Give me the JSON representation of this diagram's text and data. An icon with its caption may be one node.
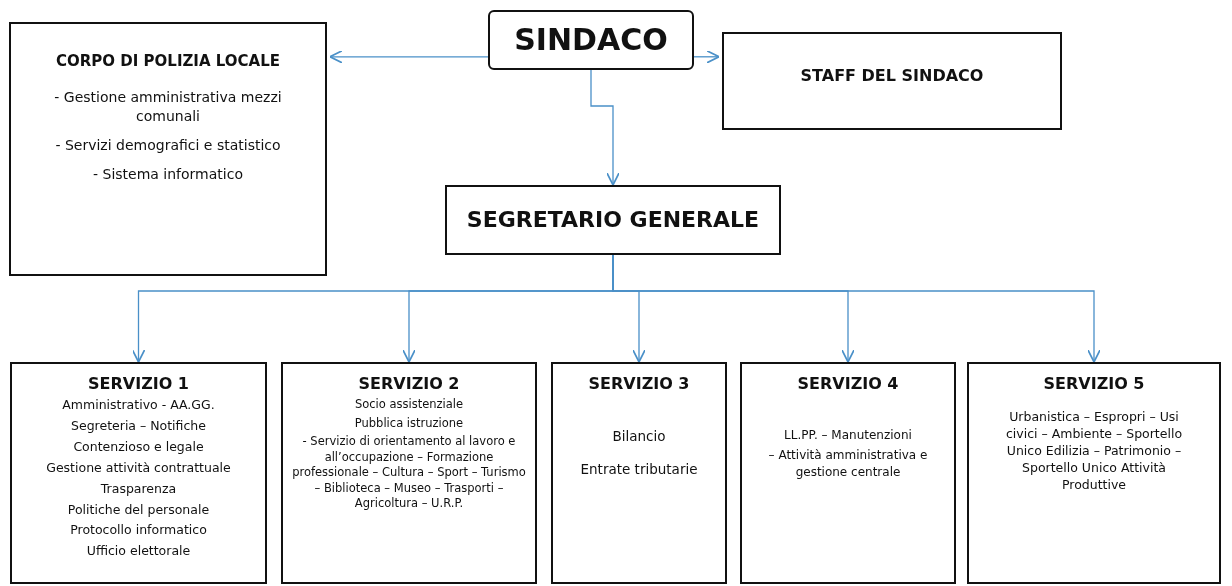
{
  "diagram": {
    "nodes": [
      {
        "text": [
          "SINDACO"
        ]
      },
      {
        "text": [
          "CORPO DI POLIZIA LOCALE",
          "- Gestione amministrativa mezzi comunali",
          "- Servizi demografici e statistico",
          "- Sistema informatico"
        ]
      },
      {
        "text": [
          "STAFF DEL SINDACO"
        ]
      },
      {
        "text": [
          "SEGRETARIO GENERALE"
        ]
      },
      {
        "text": [
          "SERVIZIO 1",
          "Amministrativo - AA.GG.",
          "Segreteria – Notifiche",
          "Contenzioso e legale",
          "Gestione attività contrattuale",
          "Trasparenza",
          "Politiche del personale",
          "Protocollo informatico",
          "Ufficio elettorale"
        ]
      },
      {
        "text": [
          "SERVIZIO 2",
          "Socio assistenziale",
          "Pubblica istruzione",
          "- Servizio di orientamento al lavoro e all’occupazione – Formazione professionale – Cultura – Sport – Turismo – Biblioteca – Museo – Trasporti – Agricoltura – U.R.P."
        ]
      },
      {
        "text": [
          "SERVIZIO 3",
          "Bilancio",
          "Entrate tributarie"
        ]
      },
      {
        "text": [
          "SERVIZIO 4",
          "LL.PP. – Manutenzioni",
          "– Attività amministrativa e gestione centrale"
        ]
      },
      {
        "text": [
          "SERVIZIO 5",
          "Urbanistica – Espropri – Usi civici – Ambiente – Sportello Unico Edilizia – Patrimonio – Sportello Unico Attività Produttive"
        ]
      }
    ],
    "edges": [
      {
        "from": 0,
        "to": 1,
        "arrow": "to"
      },
      {
        "from": 0,
        "to": 2,
        "arrow": "to"
      },
      {
        "from": 0,
        "to": 3,
        "arrow": "to"
      },
      {
        "from": 3,
        "to": 4,
        "arrow": "to"
      },
      {
        "from": 3,
        "to": 5,
        "arrow": "to"
      },
      {
        "from": 3,
        "to": 6,
        "arrow": "to"
      },
      {
        "from": 3,
        "to": 7,
        "arrow": "to"
      },
      {
        "from": 3,
        "to": 8,
        "arrow": "to"
      }
    ]
  }
}
